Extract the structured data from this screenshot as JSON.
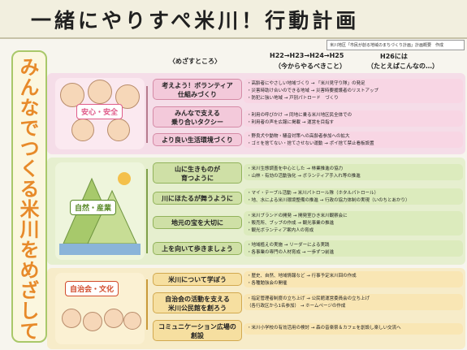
{
  "title": "一緒にやりすぺ米川！行動計画",
  "sub_note": "米川地区「市民が創る地域のまちづくり計画」計画概要　作成",
  "vertical_title": "みんなでつくる米川をめざして",
  "headers": {
    "goals": "〈めざすところ〉",
    "plan_years": "H22→H23→H24→H25",
    "plan_sub": "（今からやるべきこと）",
    "h26": "H26には",
    "h26_sub": "（たとえばこんなの…）"
  },
  "categories": [
    {
      "label": "安心・安全",
      "color": "#e05c8a"
    },
    {
      "label": "自然・産業",
      "color": "#5a8a2a"
    },
    {
      "label": "自治会・文化",
      "color": "#d24c2c"
    }
  ],
  "sections": [
    {
      "goals": [
        {
          "label": "考えよう！ボランティア\n仕組みづくり",
          "actions": [
            "・高齢者にやさしい地域づくり → 「米川見守り隊」の発足",
            "・災害時助け合いのできる地域 → 災害時要援護者のリストアップ",
            "・防犯に強い地域 → 戸別パトロード　づくり"
          ]
        },
        {
          "label": "みんなで支える\n乗り合いタクシー",
          "actions": [
            "・利用の呼びかけ → 同地に乗る米川地区民全体での",
            "・利用者の声を広報に掲載 → 運営を目指す"
          ]
        },
        {
          "label": "より良い生活環境づくり",
          "actions": [
            "・野良犬や動物・騒音対策への高齢者参加への拡大",
            "・ゴミを捨てない・捨てさせない運動 → ポイ捨て禁止看板設置"
          ]
        }
      ]
    },
    {
      "goals": [
        {
          "label": "山に生きものが\n育つように",
          "actions": [
            "・米川生態調査を中心とした → 林業推進の協力",
            "・山林・有効の活動強化 → ボランティア手入れ等の推進"
          ]
        },
        {
          "label": "川にほたるが舞うように",
          "actions": [
            "・マイ・テーブル活動 → 米川パトロール隊（ホタルパトロール）",
            "・地、水による米川環境整備の推進 → 行政の協力体制の実現（いのちとあかり）"
          ]
        },
        {
          "label": "地元の宝を大切に",
          "actions": [
            "・米川ブランドの開発 → 開発室ひき米川観察会に",
            "・販売所、ブッブの作成 → 観光事業の推進",
            "・観光ボランティア案内人の育成"
          ]
        },
        {
          "label": "上を向いて歩きましょう",
          "actions": [
            "・地域植えの実施 → リーダーによる実践",
            "・各事業の専門の人材育成 → 一歩ずつ前進"
          ]
        }
      ]
    },
    {
      "goals": [
        {
          "label": "米川について学ぼう",
          "actions": [
            "・歴史、自然、地域情報など → 行事予定米川回の作成",
            "・各種勉強会の開催"
          ]
        },
        {
          "label": "自治会の活動を支える\n米川公民館を創ろう",
          "actions": [
            "・指定管理者制度の立ち上げ → 公民館運営委員会の立ち上げ",
            "（各行政区から1名参加） → ホームページの作成"
          ]
        },
        {
          "label": "コミュニケーション広場の\n創設",
          "actions": [
            "・米川小学校の有効活用の検討 → 森の音楽祭＆カフェを創設し楽しい交流へ"
          ]
        }
      ]
    }
  ]
}
